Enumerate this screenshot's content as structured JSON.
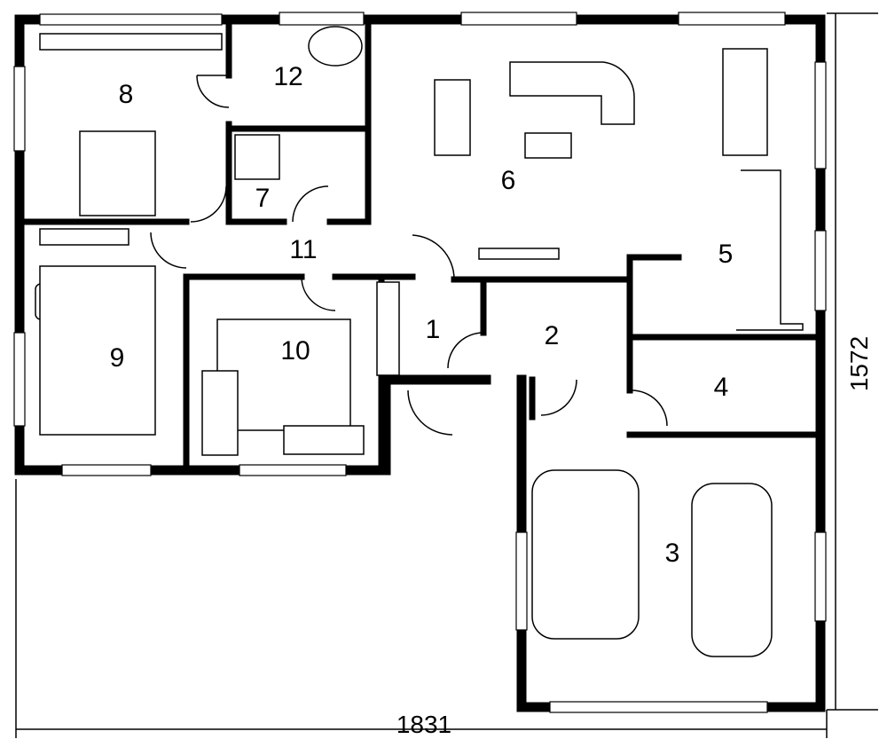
{
  "rooms": [
    "1",
    "2",
    "3",
    "4",
    "5",
    "6",
    "7",
    "8",
    "9",
    "10",
    "11",
    "12"
  ],
  "dimensions": {
    "width": "1831",
    "height": "1572"
  }
}
